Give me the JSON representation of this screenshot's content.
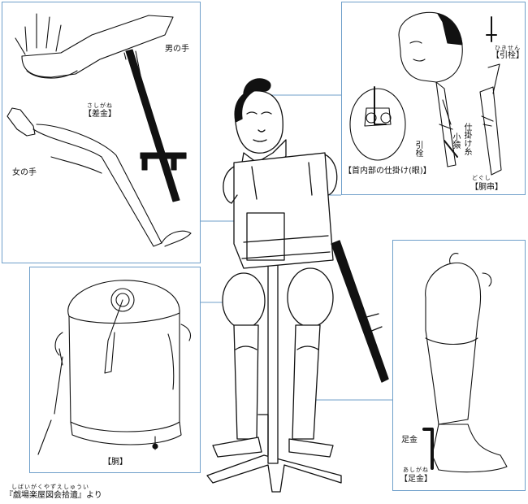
{
  "arms_panel": {
    "male_hand": "男の手",
    "female_hand": "女の手",
    "rod_reading": "さしがね",
    "rod_label": "【差金】"
  },
  "head_panel": {
    "toggle_reading": "ひきせん",
    "toggle_label": "【引栓】",
    "eye_mechanism_label": "【首内部の仕掛け(眼)】",
    "pull_cord": "引栓",
    "small_wedge": "小猿",
    "mechanism_thread": "仕掛け糸",
    "skewer_reading": "どぐし",
    "skewer_label": "【胴串】"
  },
  "torso_panel": {
    "label": "【胴】"
  },
  "leg_panel": {
    "foot_rod": "足金",
    "foot_rod_reading": "あしがね",
    "foot_rod_label": "【足金】"
  },
  "source": {
    "reading": "しばいがくやずえしゅうい",
    "citation": "『戯場楽屋図会拾遺』より"
  }
}
